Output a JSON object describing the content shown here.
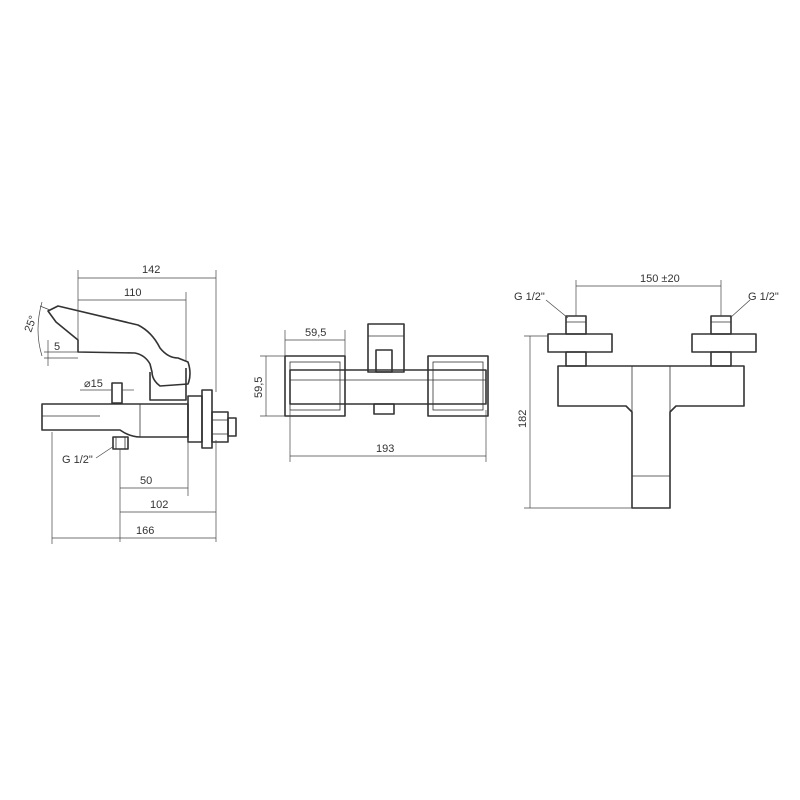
{
  "side_view": {
    "dim_142": "142",
    "dim_110": "110",
    "dim_angle": "25°",
    "dim_5": "5",
    "dim_diameter": "⌀15",
    "dim_thread": "G 1/2\"",
    "dim_50": "50",
    "dim_102": "102",
    "dim_166": "166"
  },
  "front_view": {
    "dim_59_5_width": "59,5",
    "dim_59_5_height": "59,5",
    "dim_193": "193"
  },
  "top_view": {
    "dim_thread_left": "G 1/2\"",
    "dim_thread_right": "G 1/2\"",
    "dim_centers": "150 ±20",
    "dim_182": "182"
  }
}
